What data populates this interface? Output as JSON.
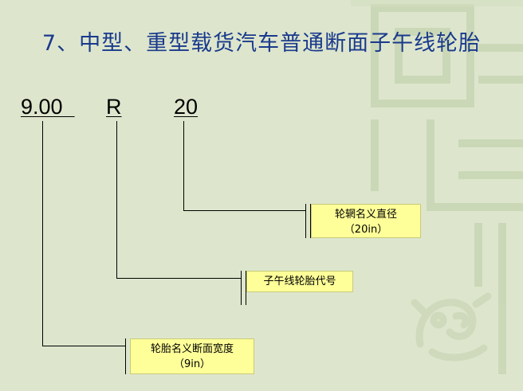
{
  "slide": {
    "title": "7、中型、重型载货汽车普通断面子午线轮胎"
  },
  "code": {
    "size": "9.00  ",
    "type": "R",
    "rim": "20"
  },
  "callouts": {
    "rim": {
      "line1": "轮辋名义直径",
      "line2": "（20in）"
    },
    "type": {
      "line1": "子午线轮胎代号"
    },
    "size": {
      "line1": "轮胎名义断面宽度",
      "line2": "（9in）"
    }
  },
  "colors": {
    "background": "#dde6cd",
    "title": "#1a3a8c",
    "callout_fill": "#ffff99",
    "pattern": "#c6d3b0"
  },
  "icons": {
    "logo": "dragon-emblem-icon"
  }
}
